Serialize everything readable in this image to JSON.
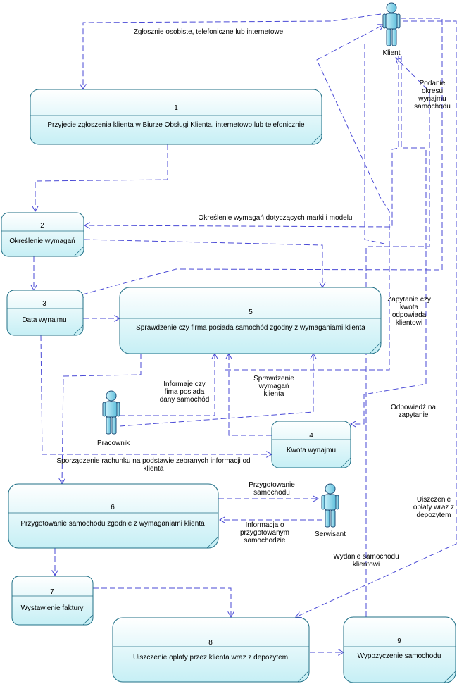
{
  "processes": [
    {
      "number": "1",
      "label": "Przyjęcie zgłoszenia klienta w Biurze Obsługi Klienta, internetowo lub telefonicznie"
    },
    {
      "number": "2",
      "label": "Określenie wymagań"
    },
    {
      "number": "3",
      "label": "Data wynajmu"
    },
    {
      "number": "4",
      "label": "Kwota wynajmu"
    },
    {
      "number": "5",
      "label": "Sprawdzenie czy firma posiada samochód zgodny z wymaganiami klienta"
    },
    {
      "number": "6",
      "label": "Przygotowanie samochodu zgodnie z wymaganiami klienta"
    },
    {
      "number": "7",
      "label": "Wystawienie faktury"
    },
    {
      "number": "8",
      "label": "Uiszczenie opłaty przez klienta wraz z depozytem"
    },
    {
      "number": "9",
      "label": "Wypożyczenie samochodu"
    }
  ],
  "actors": {
    "klient": "Klient",
    "pracownik": "Pracownik",
    "serwisant": "Serwisant"
  },
  "flow_labels": {
    "zgloszenie": [
      "Zgłosznie osobiste, telefoniczne lub internetowe"
    ],
    "okreslenie_wymagan": [
      "Określenie wymagań dotyczących marki i modelu"
    ],
    "podanie_okresu": [
      "Podanie",
      "okresu",
      "wynajmu",
      "samochodu"
    ],
    "zapytanie": [
      "Zapytanie czy",
      "kwota",
      "odpowiada",
      "klientowi"
    ],
    "informacje_firma": [
      "Informaje czy",
      "fima posiada",
      "dany samochód"
    ],
    "sprawdzenie_wymagan": [
      "Sprawdzenie",
      "wymagań",
      "klienta"
    ],
    "odpowiedz": [
      "Odpowiedź na",
      "zapytanie"
    ],
    "sporzadzenie": [
      "Sporządzenie rachunku na podstawie zebranych informacji od",
      "klienta"
    ],
    "przygotowanie": [
      "Przygotowanie",
      "samochodu"
    ],
    "informacja_o": [
      "Informacja o",
      "przygotowanym",
      "samochodzie"
    ],
    "uiszczenie": [
      "Uiszczenie",
      "opłaty wraz z",
      "depozytem"
    ],
    "wydanie": [
      "Wydanie samochodu",
      "klientowi"
    ]
  },
  "colors": {
    "box_fill_top": "#ffffff",
    "box_fill_bottom": "#c9f1f6",
    "box_border": "#1f6f86",
    "flow_line": "#4a4ad6",
    "actor_fill": "#8fd7ea"
  }
}
